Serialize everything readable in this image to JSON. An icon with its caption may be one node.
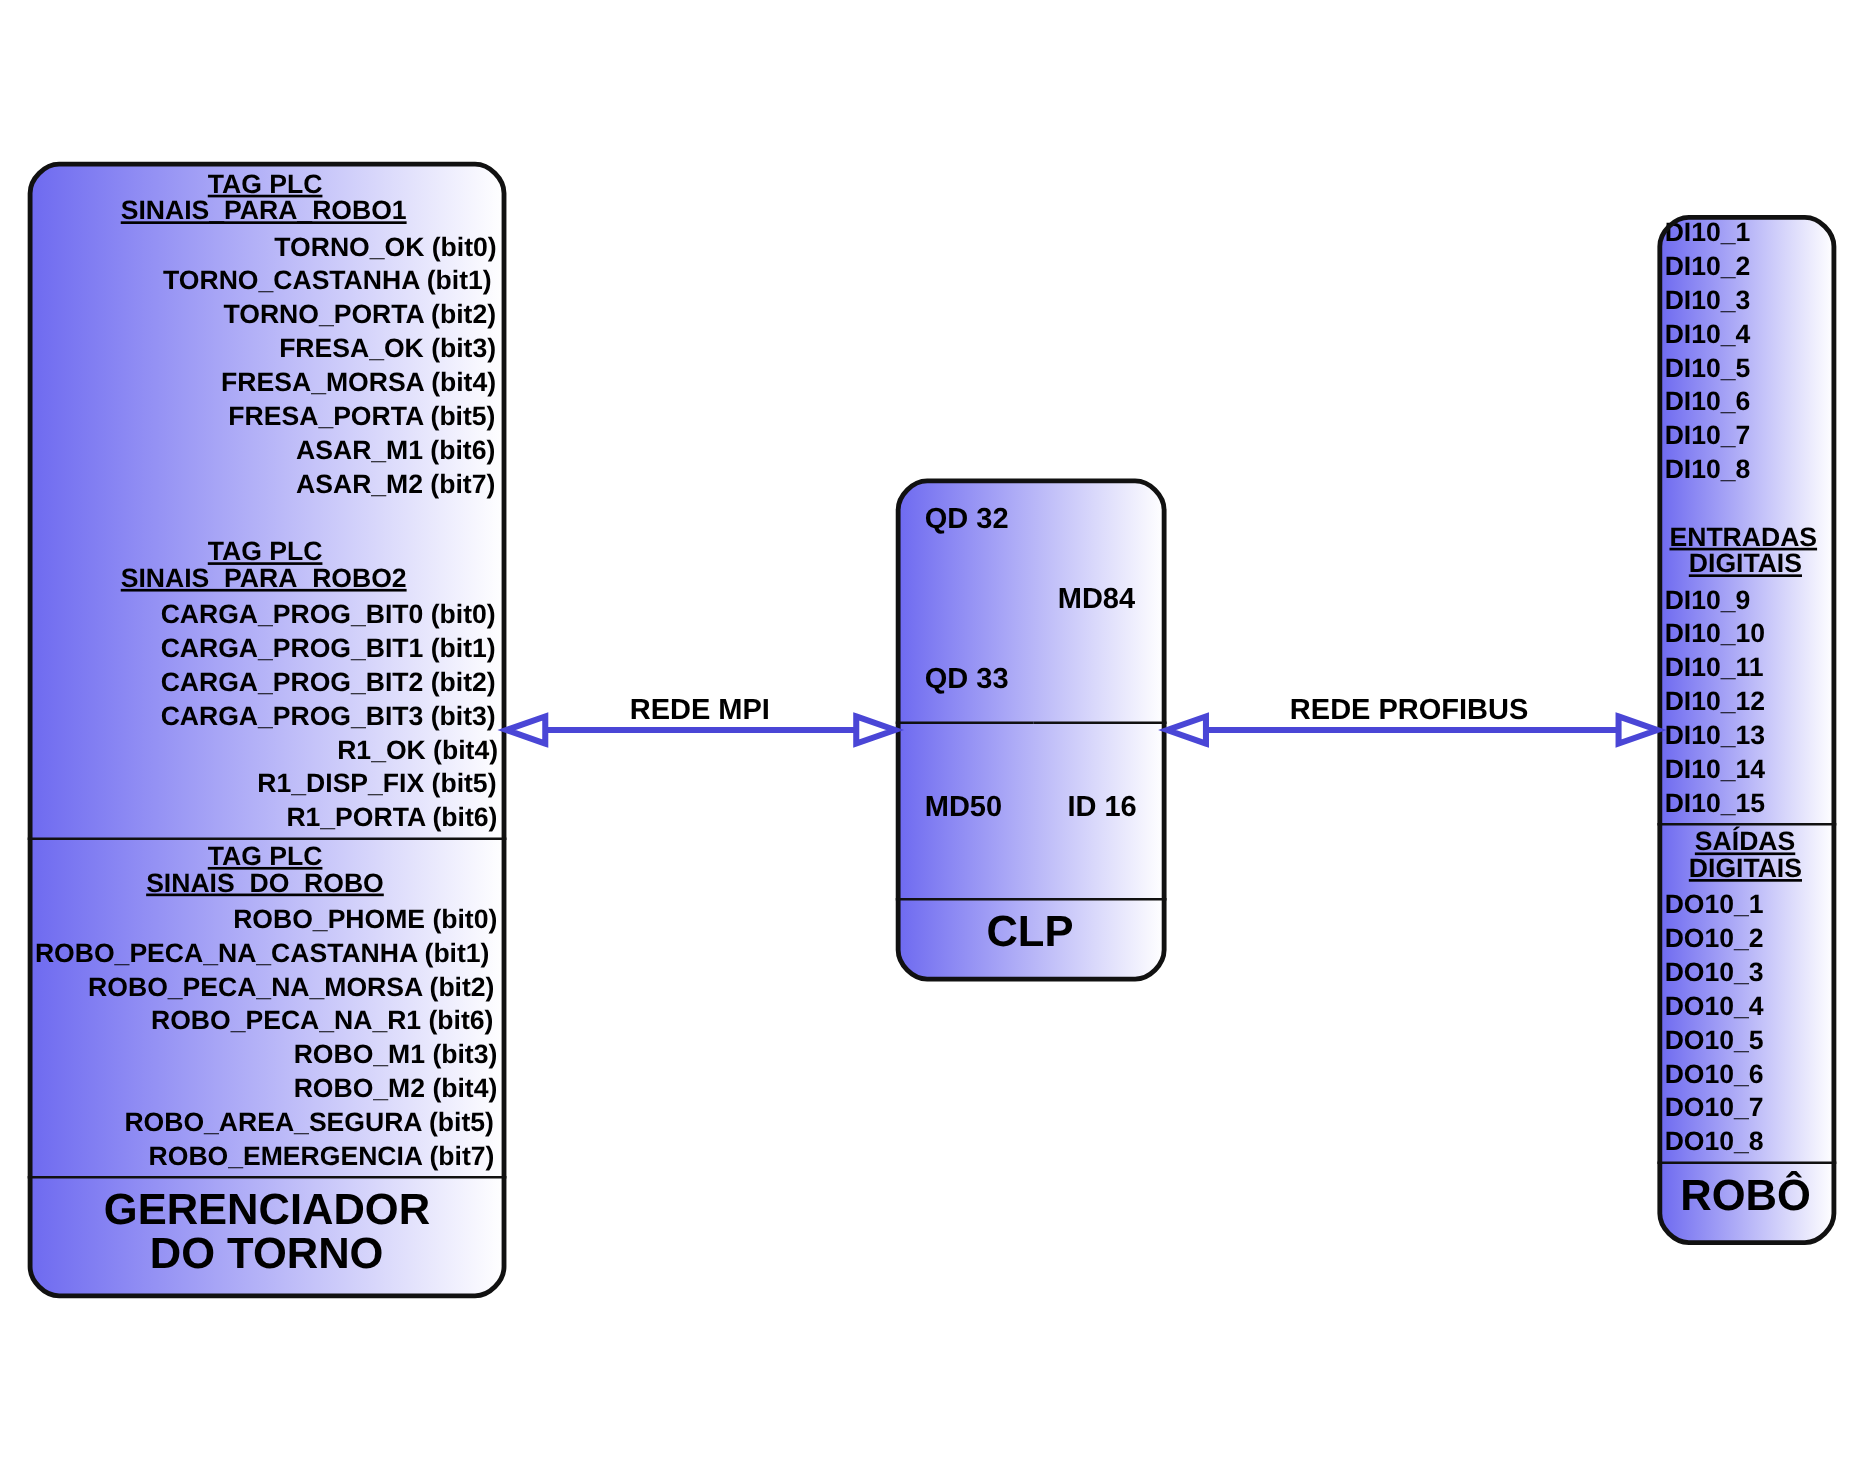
{
  "diagram": {
    "nodes": [
      {
        "text": [
          "TAG PLC SINAIS_PARA_ROBO1",
          "TORNO_OK (bit0)",
          "TORNO_CASTANHA (bit1)",
          "TORNO_PORTA (bit2)",
          "FRESA_OK (bit3)",
          "FRESA_MORSA (bit4)",
          "FRESA_PORTA (bit5)",
          "ASAR_M1 (bit6)",
          "ASAR_M2 (bit7)",
          "TAG PLC SINAIS_PARA_ROBO2",
          "CARGA_PROG_BIT0 (bit0)",
          "CARGA_PROG_BIT1 (bit1)",
          "CARGA_PROG_BIT2 (bit2)",
          "CARGA_PROG_BIT3 (bit3)",
          "R1_OK (bit4)",
          "R1_DISP_FIX (bit5)",
          "R1_PORTA (bit6)",
          "TAG PLC SINAIS_DO_ROBO",
          "ROBO_PHOME (bit0)",
          "ROBO_PECA_NA_CASTANHA (bit1)",
          "ROBO_PECA_NA_MORSA (bit2)",
          "ROBO_PECA_NA_R1 (bit6)",
          "ROBO_M1 (bit3)",
          "ROBO_M2 (bit4)",
          "ROBO_AREA_SEGURA (bit5)",
          "ROBO_EMERGENCIA (bit7)",
          "GERENCIADOR DO TORNO"
        ]
      },
      {
        "text": [
          "QD 32",
          "MD84",
          "QD 33",
          "MD50",
          "ID 16",
          "CLP"
        ]
      },
      {
        "text": [
          "DI10_1",
          "DI10_2",
          "DI10_3",
          "DI10_4",
          "DI10_5",
          "DI10_6",
          "DI10_7",
          "DI10_8",
          "ENTRADAS DIGITAIS",
          "DI10_9",
          "DI10_10",
          "DI10_11",
          "DI10_12",
          "DI10_13",
          "DI10_14",
          "DI10_15",
          "SAÍDAS DIGITAIS",
          "DO10_1",
          "DO10_2",
          "DO10_3",
          "DO10_4",
          "DO10_5",
          "DO10_6",
          "DO10_7",
          "DO10_8",
          "ROBÔ"
        ]
      }
    ],
    "edges": [
      {
        "from": 0,
        "to": 1,
        "arrow": "both",
        "label": "REDE MPI"
      },
      {
        "from": 1,
        "to": 2,
        "arrow": "both",
        "label": "REDE PROFIBUS"
      }
    ]
  }
}
